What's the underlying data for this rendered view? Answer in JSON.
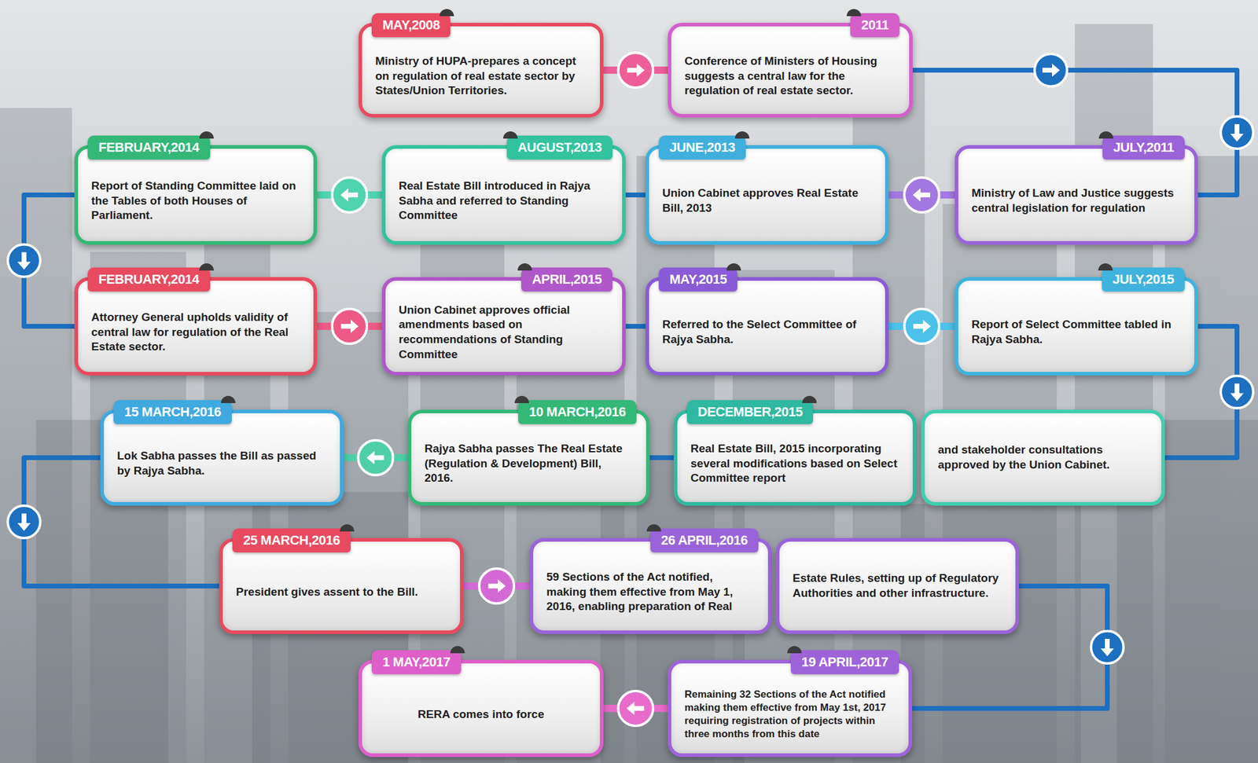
{
  "diagram": {
    "nodes": [
      {
        "text": [
          "MAY,2008",
          "Ministry of HUPA-prepares a concept on regulation of real estate sector by States/Union Territories."
        ]
      },
      {
        "text": [
          "2011",
          "Conference of Ministers of Housing suggests a central law for the regulation of real estate sector."
        ]
      },
      {
        "text": [
          "JULY,2011",
          "Ministry of Law and Justice suggests central legislation for regulation"
        ]
      },
      {
        "text": [
          "JUNE,2013",
          "Union Cabinet approves Real Estate Bill, 2013"
        ]
      },
      {
        "text": [
          "AUGUST,2013",
          "Real Estate Bill introduced in Rajya Sabha and referred to Standing Committee"
        ]
      },
      {
        "text": [
          "FEBRUARY,2014",
          "Report of Standing Committee laid on the Tables of both Houses of Parliament."
        ]
      },
      {
        "text": [
          "FEBRUARY,2014",
          "Attorney General upholds validity of central law for regulation of the Real Estate sector."
        ]
      },
      {
        "text": [
          "APRIL,2015",
          "Union Cabinet approves official amendments based on recommendations of Standing Committee"
        ]
      },
      {
        "text": [
          "MAY,2015",
          "Referred to the Select Committee of Rajya Sabha."
        ]
      },
      {
        "text": [
          "JULY,2015",
          "Report of Select Committee tabled in Rajya Sabha."
        ]
      },
      {
        "text": [
          "DECEMBER,2015",
          "Real Estate Bill, 2015 incorporating several modifications based on Select Committee report"
        ]
      },
      {
        "text": [
          "and stakeholder consultations approved by the Union Cabinet."
        ]
      },
      {
        "text": [
          "10 MARCH,2016",
          "Rajya Sabha passes The Real Estate (Regulation & Development) Bill, 2016."
        ]
      },
      {
        "text": [
          "15 MARCH,2016",
          "Lok Sabha passes the Bill as passed by Rajya Sabha."
        ]
      },
      {
        "text": [
          "25 MARCH,2016",
          "President gives assent to the Bill."
        ]
      },
      {
        "text": [
          "26 APRIL,2016",
          "59 Sections of the Act notified, making them effective from May 1, 2016, enabling preparation of Real"
        ]
      },
      {
        "text": [
          "Estate Rules, setting up of Regulatory Authorities and other infrastructure."
        ]
      },
      {
        "text": [
          "19 APRIL,2017",
          "Remaining 32 Sections of the Act notified making them effective from May 1st, 2017 requiring registration of projects within three months from this date"
        ]
      },
      {
        "text": [
          "1 MAY,2017",
          "RERA comes into force"
        ]
      }
    ],
    "edges": [
      {
        "from": 0,
        "to": 1,
        "arrow": "to"
      },
      {
        "from": 1,
        "to": 2,
        "arrow": "to"
      },
      {
        "from": 2,
        "to": 3,
        "arrow": "to"
      },
      {
        "from": 3,
        "to": 4,
        "arrow": "none"
      },
      {
        "from": 4,
        "to": 5,
        "arrow": "to"
      },
      {
        "from": 5,
        "to": 6,
        "arrow": "to"
      },
      {
        "from": 6,
        "to": 7,
        "arrow": "to"
      },
      {
        "from": 7,
        "to": 8,
        "arrow": "none"
      },
      {
        "from": 8,
        "to": 9,
        "arrow": "to"
      },
      {
        "from": 9,
        "to": 11,
        "arrow": "to"
      },
      {
        "from": 10,
        "to": 12,
        "arrow": "none"
      },
      {
        "from": 12,
        "to": 13,
        "arrow": "to"
      },
      {
        "from": 13,
        "to": 14,
        "arrow": "to"
      },
      {
        "from": 14,
        "to": 15,
        "arrow": "to"
      },
      {
        "from": 16,
        "to": 17,
        "arrow": "to"
      },
      {
        "from": 17,
        "to": 18,
        "arrow": "to"
      }
    ]
  }
}
